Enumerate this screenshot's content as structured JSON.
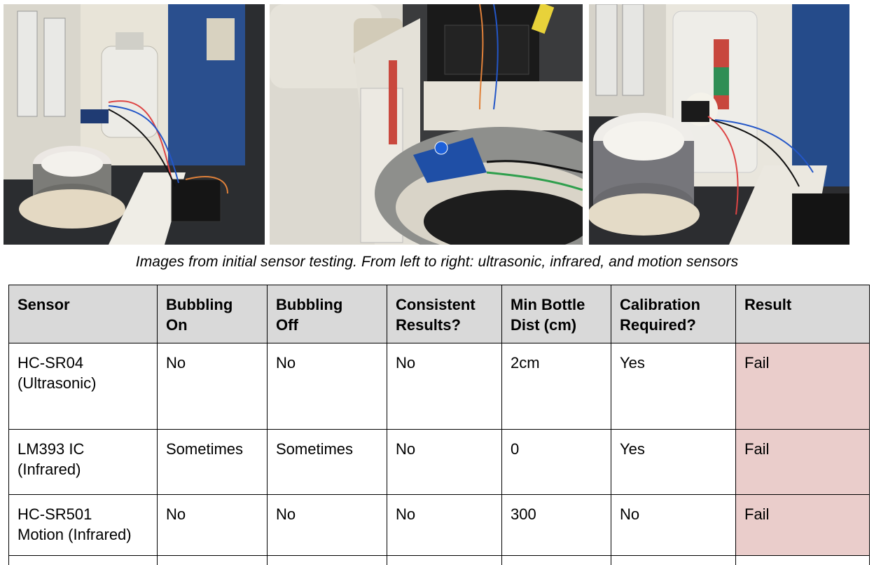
{
  "photos": {
    "ultrasonic": "ultrasonic sensor photo",
    "infrared": "infrared sensor photo",
    "motion": "motion sensor photo"
  },
  "caption": "Images from initial sensor testing. From left to right: ultrasonic, infrared, and motion sensors",
  "table": {
    "headers": [
      "Sensor",
      "Bubbling\nOn",
      "Bubbling\nOff",
      "Consistent\nResults?",
      "Min Bottle\nDist (cm)",
      "Calibration\nRequired?",
      "Result"
    ],
    "rows": [
      [
        "HC-SR04\n(Ultrasonic)",
        "No",
        "No",
        "No",
        "2cm",
        "Yes",
        "Fail"
      ],
      [
        "LM393 IC\n(Infrared)",
        "Sometimes",
        "Sometimes",
        "No",
        "0",
        "Yes",
        "Fail"
      ],
      [
        "HC-SR501\nMotion (Infrared)",
        "No",
        "No",
        "No",
        "300",
        "No",
        "Fail"
      ]
    ]
  },
  "colors": {
    "header_bg": "#d9d9d9",
    "fail_bg": "#eacdcb"
  }
}
